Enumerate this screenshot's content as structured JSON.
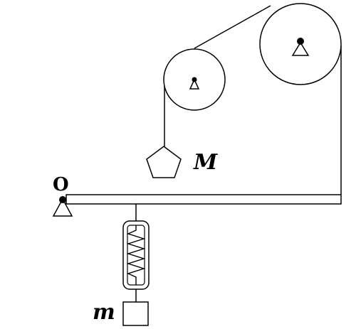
{
  "labels": {
    "pivot": "O",
    "hanging_mass": "M",
    "spring_mass": "m"
  },
  "lever": {
    "segment_count": 8,
    "segment_colors": [
      "#000000",
      "#ffffff",
      "#000000",
      "#ffffff",
      "#000000",
      "#ffffff",
      "#000000",
      "#ffffff"
    ]
  },
  "colors": {
    "stroke": "#000000",
    "fill": "#ffffff"
  }
}
